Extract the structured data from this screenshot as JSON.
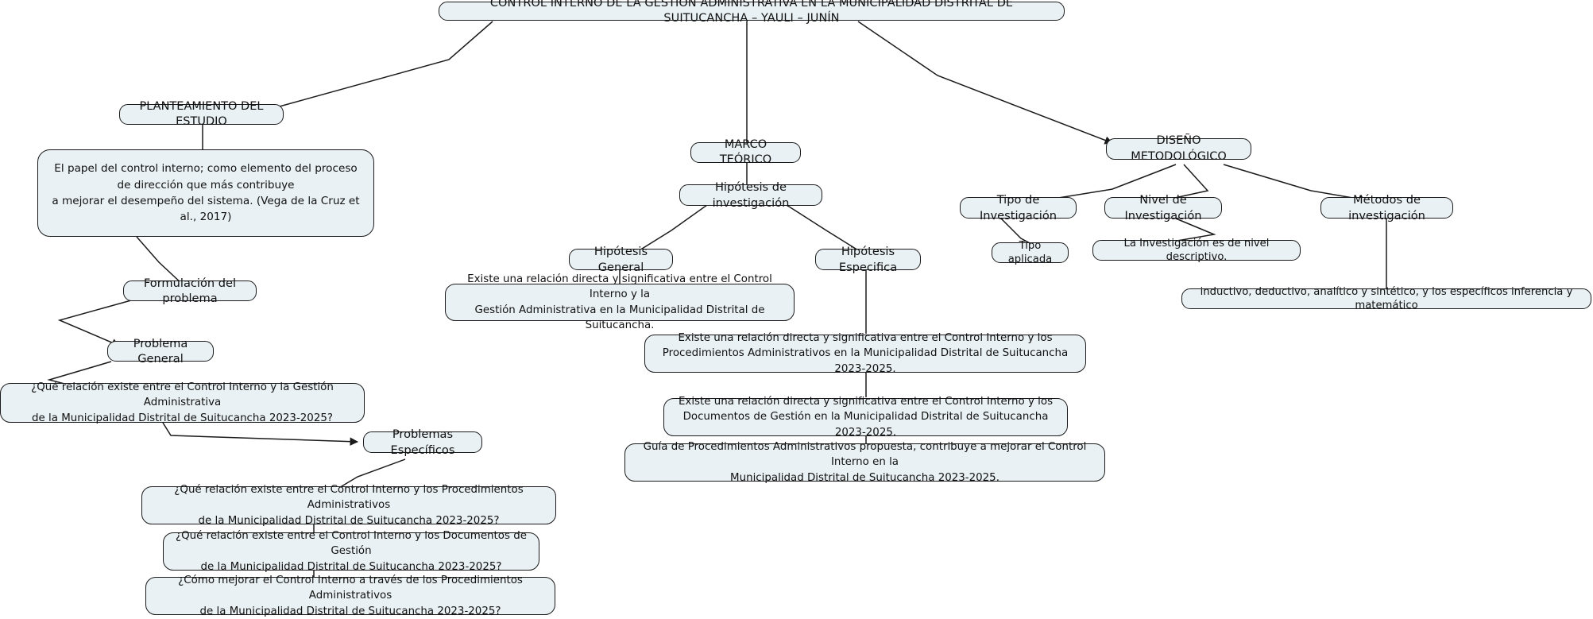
{
  "diagram": {
    "type": "concept-map",
    "title": "CONTROL INTERNO DE LA GESTIÓN ADMINISTRATIVA EN LA MUNICIPALIDAD DISTRITAL DE SUITUCANCHA – YAULI – JUNÍN",
    "colors": {
      "node_fill": "#e9f1f4",
      "node_border": "#1a1a1a",
      "edge": "#1a1a1a",
      "text": "#111111",
      "background": "#ffffff"
    },
    "branches": {
      "planteamiento": {
        "label": "PLANTEAMIENTO DEL ESTUDIO",
        "quote": "El papel del control interno; como elemento del proceso\nde dirección que más contribuye\na mejorar el desempeño del sistema. (Vega de la Cruz et al., 2017)",
        "formulacion": "Formulación del problema",
        "problema_general": "Problema General",
        "pregunta_general": "¿Qué relación existe entre el Control Interno y la Gestión Administrativa\nde la Municipalidad Distrital de Suitucancha 2023-2025?",
        "problemas_especificos": "Problemas Específicos",
        "preguntas_especificas": [
          "¿Qué relación existe entre el Control Interno y los Procedimientos Administrativos\nde la Municipalidad Distrital de Suitucancha 2023-2025?",
          "¿Qué relación existe entre el Control Interno y los Documentos de Gestión\nde la Municipalidad Distrital de Suitucancha 2023-2025?",
          "¿Cómo mejorar el Control Interno a través de los Procedimientos Administrativos\nde la Municipalidad Distrital de Suitucancha 2023-2025?"
        ]
      },
      "marco_teorico": {
        "label": "MARCO TEÓRICO",
        "hipotesis_investigacion": "Hipótesis de investigación",
        "hipotesis_general": "Hipótesis General",
        "hipotesis_general_texto": "Existe una relación directa y significativa entre el Control Interno y la\nGestión Administrativa en la Municipalidad Distrital de Suitucancha.",
        "hipotesis_especifica": "Hipótesis Especifica",
        "hipotesis_especificas_textos": [
          "Existe una relación directa y significativa entre el Control Interno y los\nProcedimientos Administrativos en la Municipalidad Distrital de Suitucancha 2023-2025.",
          "Existe una relación directa y significativa entre el Control Interno y los\nDocumentos de Gestión en la Municipalidad Distrital de Suitucancha 2023-2025.",
          "Guía de Procedimientos Administrativos propuesta, contribuye a mejorar el Control Interno en la\nMunicipalidad Distrital de Suitucancha 2023-2025."
        ]
      },
      "diseno_metodologico": {
        "label": "DISEÑO METODOLÓGICO",
        "tipo_investigacion": "Tipo de Investigación",
        "tipo_investigacion_valor": "Tipo aplicada",
        "nivel_investigacion": "Nivel de Investigación",
        "nivel_investigacion_valor": "La Investigación es de nivel descriptivo.",
        "metodos_investigacion": "Métodos de investigación",
        "metodos_investigacion_valor": "inductivo, deductivo, analítico y sintético, y los específicos inferencia y matemático"
      }
    }
  }
}
